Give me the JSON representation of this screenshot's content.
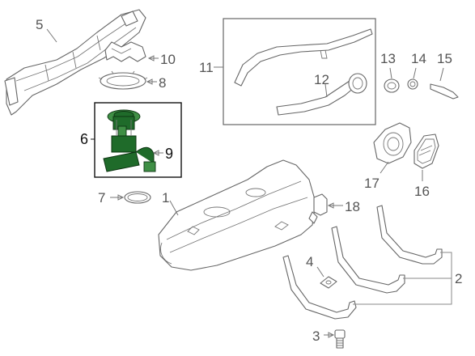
{
  "callouts": [
    {
      "id": "c1",
      "text": "1"
    },
    {
      "id": "c2",
      "text": "2"
    },
    {
      "id": "c3",
      "text": "3"
    },
    {
      "id": "c4",
      "text": "4"
    },
    {
      "id": "c5",
      "text": "5"
    },
    {
      "id": "c6",
      "text": "6"
    },
    {
      "id": "c7",
      "text": "7"
    },
    {
      "id": "c8",
      "text": "8"
    },
    {
      "id": "c9",
      "text": "9"
    },
    {
      "id": "c10",
      "text": "10"
    },
    {
      "id": "c11",
      "text": "11"
    },
    {
      "id": "c12",
      "text": "12"
    },
    {
      "id": "c13",
      "text": "13"
    },
    {
      "id": "c14",
      "text": "14"
    },
    {
      "id": "c15",
      "text": "15"
    },
    {
      "id": "c16",
      "text": "16"
    },
    {
      "id": "c17",
      "text": "17"
    },
    {
      "id": "c18",
      "text": "18"
    }
  ],
  "colors": {
    "highlight": "#1f6b2a",
    "line": "#666666",
    "text": "#555555"
  }
}
